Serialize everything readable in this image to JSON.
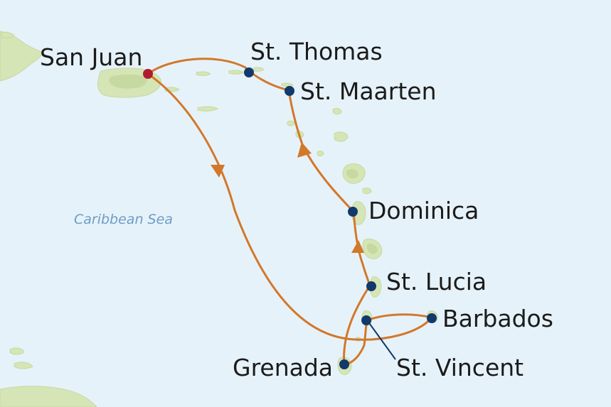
{
  "colors": {
    "sea": "#e6f2f9",
    "land": "#d6e5b6",
    "route": "#d2782a",
    "home_port": "#b01c2e",
    "port": "#12396b",
    "leader": "#12396b",
    "sea_label": "#6d9cc6"
  },
  "map": {
    "sea_label": "Caribbean Sea",
    "home_port": {
      "name": "San Juan"
    },
    "ports": [
      {
        "id": "st-thomas",
        "name": "St. Thomas"
      },
      {
        "id": "st-maarten",
        "name": "St. Maarten"
      },
      {
        "id": "dominica",
        "name": "Dominica"
      },
      {
        "id": "st-lucia",
        "name": "St. Lucia"
      },
      {
        "id": "barbados",
        "name": "Barbados"
      },
      {
        "id": "st-vincent",
        "name": "St. Vincent"
      },
      {
        "id": "grenada",
        "name": "Grenada"
      }
    ]
  }
}
